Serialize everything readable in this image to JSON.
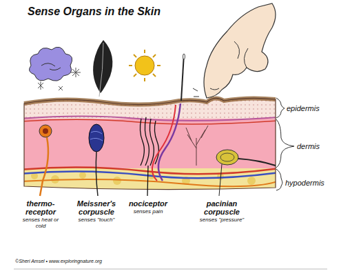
{
  "diagram": {
    "title": "Sense Organs in the Skin",
    "labels": [
      "epidermis",
      "dermis",
      "hypodermis",
      "thermo- receptor",
      "senses heat or cold",
      "Meissner's corpuscle",
      "senses \"touch\"",
      "nociceptor",
      "senses pain",
      "pacinian corpuscle",
      "senses \"pressure\"",
      "©Sheri Amsel • www.exploringnature.org"
    ]
  }
}
